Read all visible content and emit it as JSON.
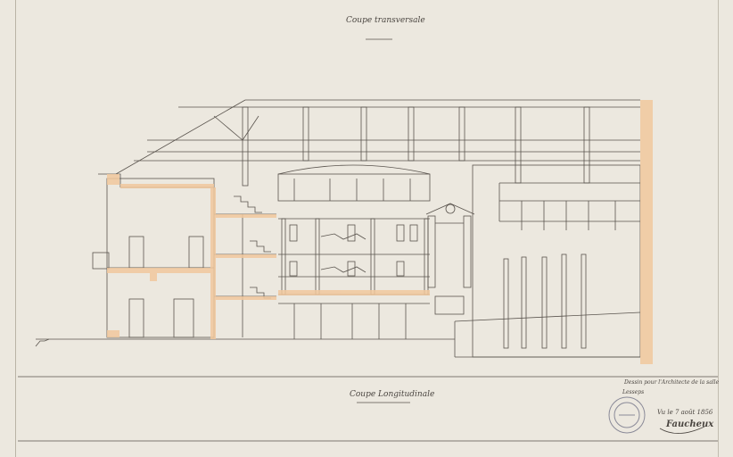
{
  "sheet": {
    "title_top": "Coupe transversale",
    "title_bottom": "Coupe Longitudinale",
    "note_line1": "Dessin pour l'Architecte de la salle",
    "note_line2": "Lesseps",
    "date_text": "Vu le 7 août 1856",
    "signature": "Faucheux"
  },
  "stamp": {
    "kind": "seal",
    "description_icon": "round-ink-stamp-icon"
  },
  "colors": {
    "paper": "#ece8df",
    "ink": "#5a544e",
    "wash": "#f1c89e"
  }
}
